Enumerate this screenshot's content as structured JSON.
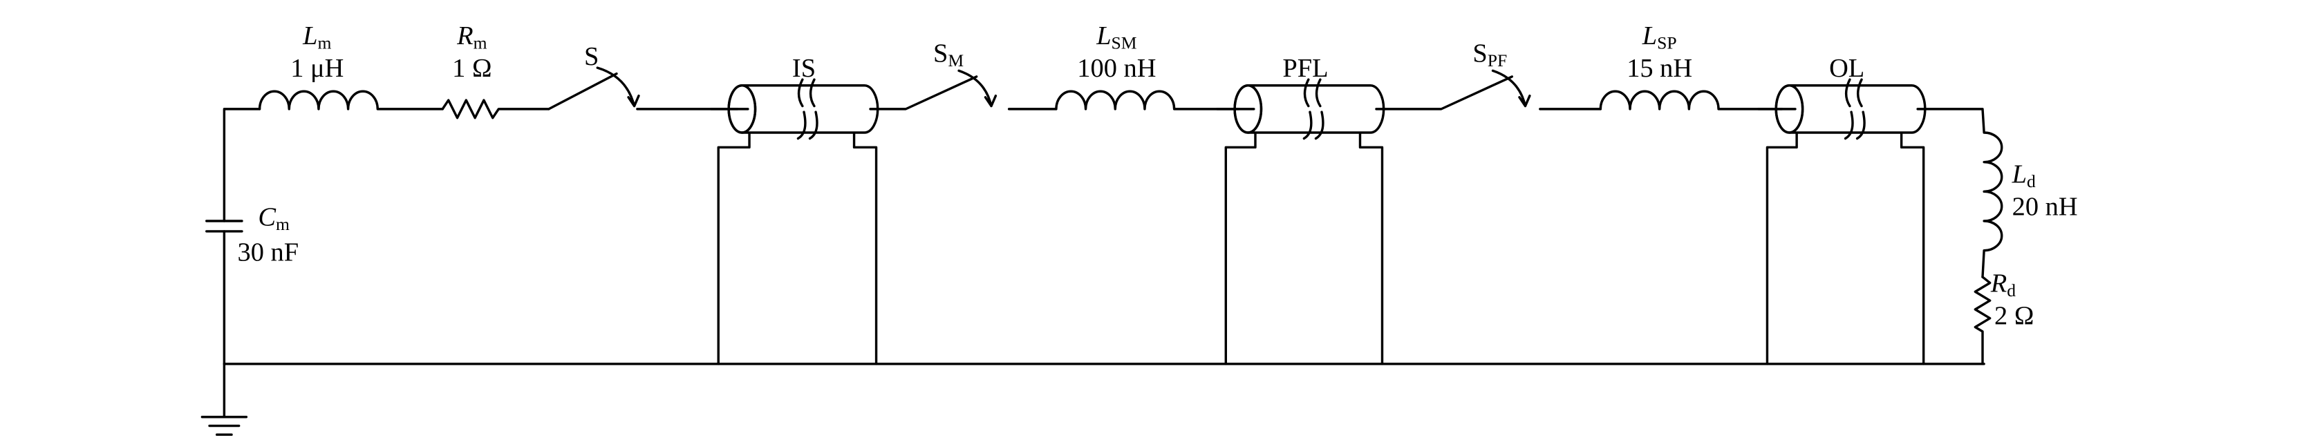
{
  "components": {
    "Lm": {
      "symbol": "L",
      "sub": "m",
      "value": "1 μH"
    },
    "Rm": {
      "symbol": "R",
      "sub": "m",
      "value": "1 Ω"
    },
    "S": {
      "symbol": "S"
    },
    "IS": {
      "label": "IS"
    },
    "SM": {
      "symbol": "S",
      "sub": "M"
    },
    "LSM": {
      "symbol": "L",
      "sub": "SM",
      "value": "100 nH"
    },
    "PFL": {
      "label": "PFL"
    },
    "SPF": {
      "symbol": "S",
      "sub": "PF"
    },
    "LSP": {
      "symbol": "L",
      "sub": "SP",
      "value": "15 nH"
    },
    "OL": {
      "label": "OL"
    },
    "Ld": {
      "symbol": "L",
      "sub": "d",
      "value": "20 nH"
    },
    "Rd": {
      "symbol": "R",
      "sub": "d",
      "value": "2 Ω"
    },
    "Cm": {
      "symbol": "C",
      "sub": "m",
      "value": "30 nF"
    }
  }
}
